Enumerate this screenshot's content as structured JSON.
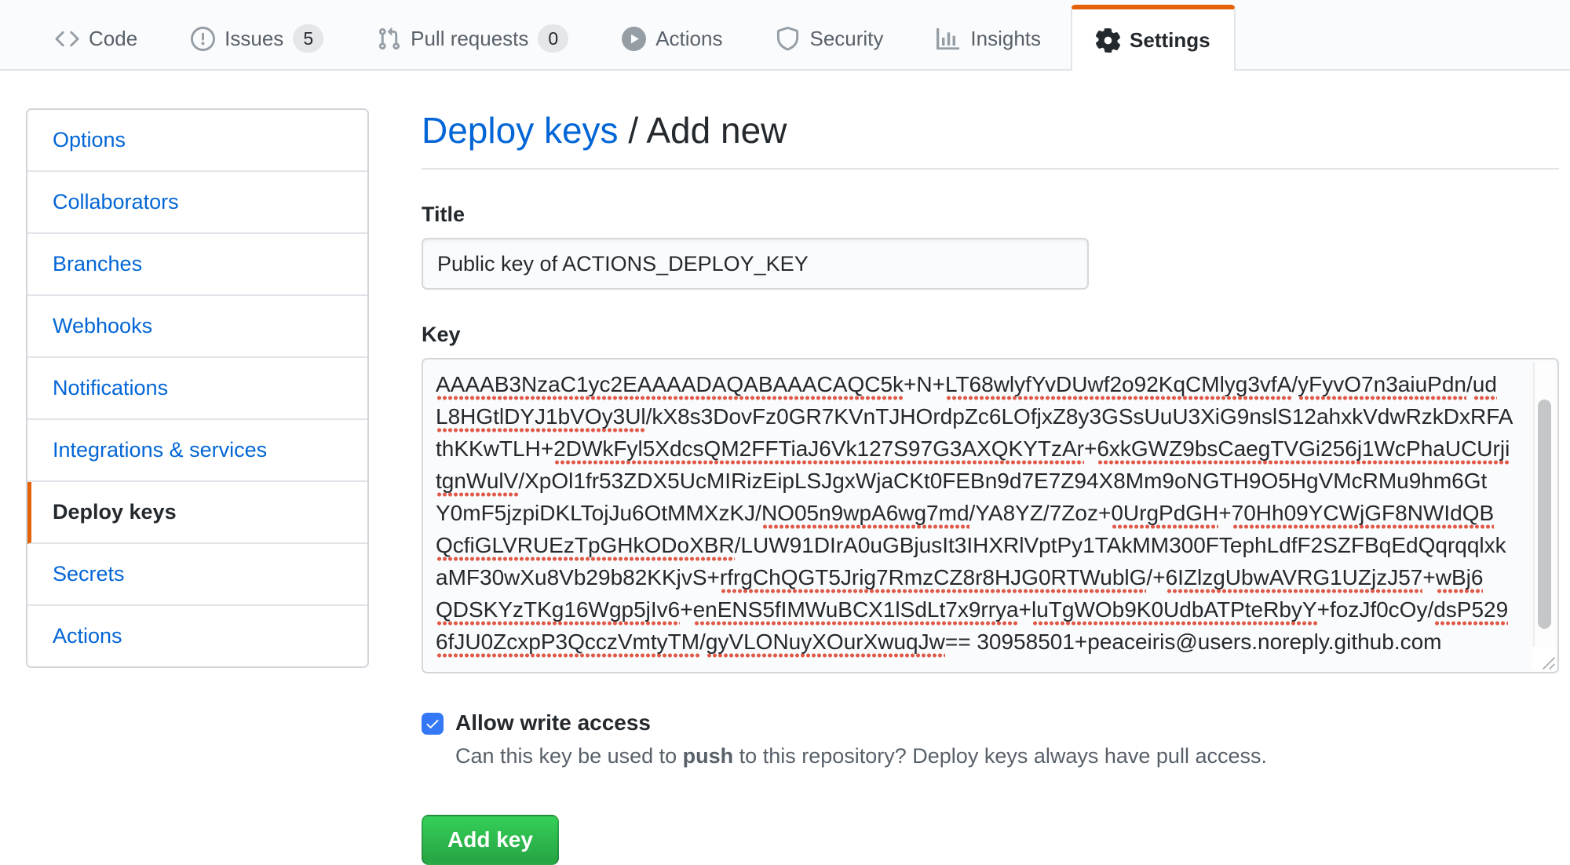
{
  "header": {
    "tabs": [
      {
        "label": "Code",
        "icon": "code-icon",
        "selected": false
      },
      {
        "label": "Issues",
        "icon": "issue-opened-icon",
        "badge": "5",
        "selected": false
      },
      {
        "label": "Pull requests",
        "icon": "git-pull-request-icon",
        "badge": "0",
        "selected": false
      },
      {
        "label": "Actions",
        "icon": "play-circle-icon",
        "selected": false
      },
      {
        "label": "Security",
        "icon": "shield-icon",
        "selected": false
      },
      {
        "label": "Insights",
        "icon": "graph-icon",
        "selected": false
      },
      {
        "label": "Settings",
        "icon": "gear-icon",
        "selected": true
      }
    ]
  },
  "sidebar": {
    "items": [
      {
        "label": "Options",
        "selected": false
      },
      {
        "label": "Collaborators",
        "selected": false
      },
      {
        "label": "Branches",
        "selected": false
      },
      {
        "label": "Webhooks",
        "selected": false
      },
      {
        "label": "Notifications",
        "selected": false
      },
      {
        "label": "Integrations & services",
        "selected": false
      },
      {
        "label": "Deploy keys",
        "selected": true
      },
      {
        "label": "Secrets",
        "selected": false
      },
      {
        "label": "Actions",
        "selected": false
      }
    ]
  },
  "main": {
    "breadcrumb_link": "Deploy keys",
    "breadcrumb_separator": "/",
    "breadcrumb_current": "Add new"
  },
  "form": {
    "title_label": "Title",
    "title_value": "Public key of ACTIONS_DEPLOY_KEY",
    "key_label": "Key",
    "key_lines": [
      [
        {
          "text": "AAAAB3NzaC1yc2EAAAADAQABAAACAQC5k",
          "misspelled": true
        },
        {
          "text": "+N+",
          "misspelled": false
        },
        {
          "text": "LT68wlyfYvDUwf2o92KqCMlyg3vfA",
          "misspelled": true
        },
        {
          "text": "/",
          "misspelled": false
        },
        {
          "text": "yFyvO7n3aiuPdn",
          "misspelled": true
        },
        {
          "text": "/",
          "misspelled": false
        },
        {
          "text": "ud",
          "misspelled": true
        }
      ],
      [
        {
          "text": "L8HGtlDYJ1bVOy3Ul",
          "misspelled": true
        },
        {
          "text": "/kX8s3DovFz0GR7KVnTJHOrdpZc6LOfjxZ8y3GSsUuU3XiG9nslS12ahxkVdwRzkDxRFA",
          "misspelled": false
        }
      ],
      [
        {
          "text": "thKKwTLH+",
          "misspelled": false
        },
        {
          "text": "2DWkFyl5XdcsQM2FFTiaJ6Vk127S97G3AXQKYTzAr",
          "misspelled": true
        },
        {
          "text": "+",
          "misspelled": false
        },
        {
          "text": "6xkGWZ9bsCaegTVGi256j1WcPhaUCUrji",
          "misspelled": true
        }
      ],
      [
        {
          "text": "tgnWulV",
          "misspelled": true
        },
        {
          "text": "/XpOl1fr53ZDX5UcMIRizEipLSJgxWjaCKt0FEBn9d7E7Z94X8Mm9oNGTH9O5HgVMcRMu9hm6Gt",
          "misspelled": false
        }
      ],
      [
        {
          "text": "Y0mF5jzpiDKLTojJu6OtMMXzKJ/",
          "misspelled": false
        },
        {
          "text": "NO05n9wpA6wg7md",
          "misspelled": true
        },
        {
          "text": "/YA8YZ/7Zoz+",
          "misspelled": false
        },
        {
          "text": "0UrgPdGH",
          "misspelled": true
        },
        {
          "text": "+",
          "misspelled": false
        },
        {
          "text": "70Hh09YCWjGF8NWIdQB",
          "misspelled": true
        }
      ],
      [
        {
          "text": "QcfiGLVRUEzTpGHkODoXBR",
          "misspelled": true
        },
        {
          "text": "/LUW91DIrA0uGBjusIt3IHXRlVptPy1TAkMM300FTephLdfF2SZFBqEdQqrqqlxk",
          "misspelled": false
        }
      ],
      [
        {
          "text": "aMF30wXu8Vb29b82KKjvS+",
          "misspelled": false
        },
        {
          "text": "rfrgChQGT5Jrig7RmzCZ8r8HJG0RTWublG",
          "misspelled": true
        },
        {
          "text": "/+",
          "misspelled": false
        },
        {
          "text": "6IZlzgUbwAVRG1UZjzJ57",
          "misspelled": true
        },
        {
          "text": "+",
          "misspelled": false
        },
        {
          "text": "wBj6",
          "misspelled": true
        }
      ],
      [
        {
          "text": "QDSKYzTKg16Wgp5jIv6",
          "misspelled": true
        },
        {
          "text": "+",
          "misspelled": false
        },
        {
          "text": "enENS5fIMWuBCX1lSdLt7x9rrya",
          "misspelled": true
        },
        {
          "text": "+",
          "misspelled": false
        },
        {
          "text": "luTgWOb9K0UdbATPteRbyY",
          "misspelled": true
        },
        {
          "text": "+fozJf0cOy/",
          "misspelled": false
        },
        {
          "text": "dsP529",
          "misspelled": true
        }
      ],
      [
        {
          "text": "6fJU0ZcxpP3QcczVmtyTM",
          "misspelled": true
        },
        {
          "text": "/",
          "misspelled": false
        },
        {
          "text": "gyVLONuyXOurXwuqJw",
          "misspelled": true
        },
        {
          "text": "== 30958501+peaceiris@users.noreply.github.com",
          "misspelled": false
        }
      ]
    ],
    "write_access_checked": true,
    "write_access_label": "Allow write access",
    "write_access_note_pre": "Can this key be used to ",
    "write_access_note_bold": "push",
    "write_access_note_post": " to this repository? Deploy keys always have pull access.",
    "submit_label": "Add key"
  },
  "colors": {
    "accent_orange": "#e36209",
    "link_blue": "#0366d6",
    "button_green_top": "#34d058",
    "button_green_bottom": "#28a745",
    "checkbox_blue": "#3478f6",
    "spellcheck_red": "#e05a49",
    "nav_background": "#fafbfc",
    "input_background": "#fafbfc"
  }
}
